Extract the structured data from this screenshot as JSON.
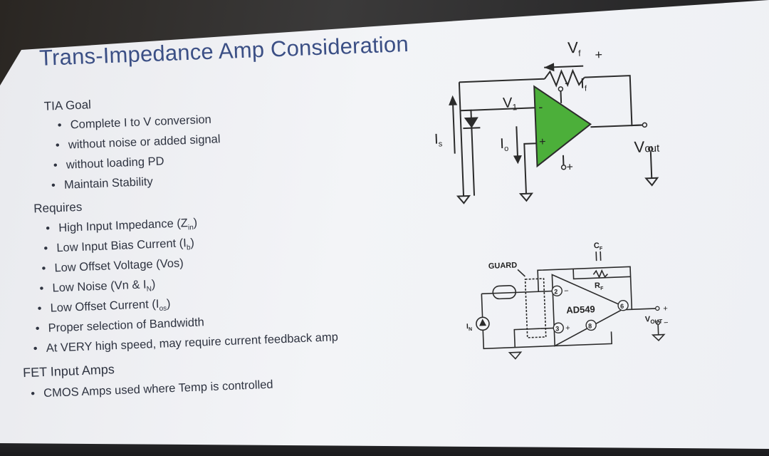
{
  "slide": {
    "title": "Trans-Impedance Amp Consideration",
    "sections": [
      {
        "heading": "TIA Goal",
        "items": [
          "Complete I to V conversion",
          "without noise or added signal",
          "without loading PD",
          "Maintain Stability"
        ]
      },
      {
        "heading": "Requires",
        "items": [
          {
            "text": "High Input Impedance (Z",
            "sub": "in",
            "tail": ")"
          },
          {
            "text": "Low Input Bias Current (I",
            "sub": "b",
            "tail": ")"
          },
          {
            "text": "Low Offset Voltage (Vos)",
            "sub": "",
            "tail": ""
          },
          {
            "text": "Low Noise (Vn & I",
            "sub": "N",
            "tail": ")"
          },
          {
            "text": "Low Offset Current (I",
            "sub": "os",
            "tail": ")"
          },
          {
            "text": "Proper selection of Bandwidth",
            "sub": "",
            "tail": ""
          },
          {
            "text": "At VERY high speed, may require current feedback amp",
            "sub": "",
            "tail": ""
          }
        ]
      },
      {
        "heading": "FET Input Amps",
        "items": [
          "CMOS Amps used where Temp is controlled"
        ]
      }
    ]
  },
  "top_diagram": {
    "labels": {
      "vf": "V",
      "vf_sub": "f",
      "if": "I",
      "if_sub": "f",
      "v1": "V",
      "v1_sub": "1",
      "is": "I",
      "is_sub": "s",
      "io": "I",
      "io_sub": "o",
      "vout": "V",
      "vout_sub": "out",
      "plus": "+",
      "minus": "-"
    },
    "colors": {
      "opamp_fill": "#4caf3a",
      "wire": "#2b2b2b"
    }
  },
  "bottom_diagram": {
    "labels": {
      "guard": "GUARD",
      "cf": "C",
      "cf_sub": "F",
      "rf": "R",
      "rf_sub": "F",
      "part": "AD549",
      "pin2": "2",
      "pin3": "3",
      "pin6": "6",
      "pin8": "8",
      "in": "I",
      "in_sub": "N",
      "vout": "V",
      "vout_sub": "OUT",
      "plus": "+",
      "minus": "−"
    }
  }
}
